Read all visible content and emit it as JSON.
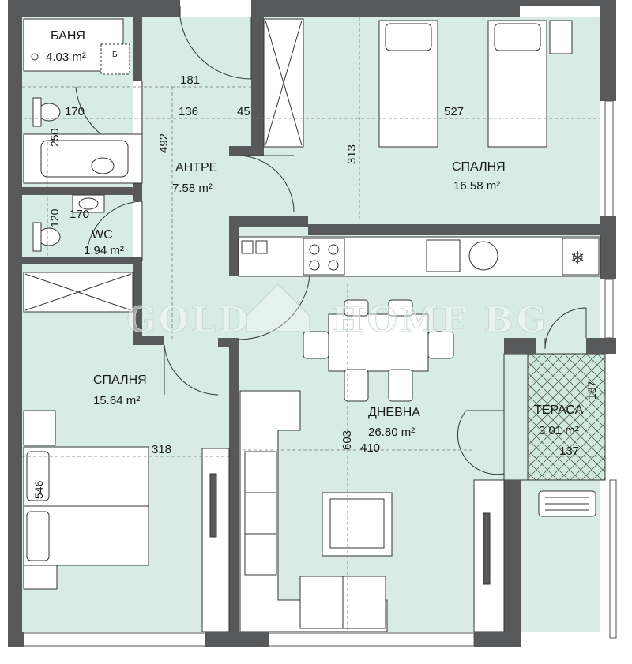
{
  "rooms": {
    "bath": {
      "name": "БАНЯ",
      "area": "4.03 m²"
    },
    "wc": {
      "name": "WC",
      "area": "1.94 m²"
    },
    "hall": {
      "name": "АНТРЕ",
      "area": "7.58 m²"
    },
    "bedroom1": {
      "name": "СПАЛНЯ",
      "area": "16.58 m²"
    },
    "bedroom2": {
      "name": "СПАЛНЯ",
      "area": "15.64 m²"
    },
    "living": {
      "name": "ДНЕВНА",
      "area": "26.80 m²"
    },
    "terrace": {
      "name": "ТЕРАСА",
      "area": "3.01 m²"
    }
  },
  "dimensions": {
    "d181": "181",
    "d170a": "170",
    "d136": "136",
    "d45": "45",
    "d527": "527",
    "d250": "250",
    "d492": "492",
    "d313": "313",
    "d120": "120",
    "d170b": "170",
    "d318": "318",
    "d546": "546",
    "d603": "603",
    "d410": "410",
    "d187": "187",
    "d137": "137"
  },
  "labels": {
    "bath_mark": "Б"
  },
  "watermark": {
    "left": "GOLD",
    "right": "HOME BG"
  },
  "colors": {
    "floor": "#d8ece5",
    "terrace": "#cfe9dd",
    "wall": "#58595b",
    "line": "#3a3a3a",
    "furniture": "#ffffff"
  }
}
